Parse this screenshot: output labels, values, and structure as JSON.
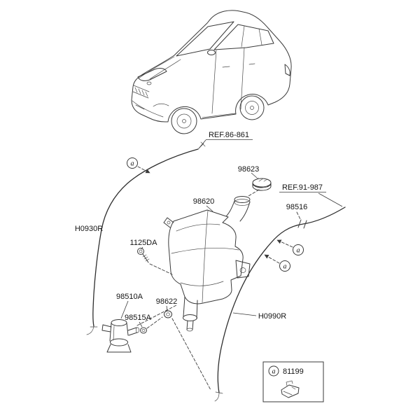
{
  "page": {
    "background": "#ffffff",
    "line_color": "#3a3a3a",
    "text_color": "#141414"
  },
  "diagram": {
    "marker_letter": "a",
    "labels": {
      "ref_86_861": "REF.86-861",
      "p98623": "98623",
      "ref_91_987": "REF.91-987",
      "p98620": "98620",
      "p98516": "98516",
      "h0930r": "H0930R",
      "p1125da": "1125DA",
      "p98510a": "98510A",
      "p98622": "98622",
      "p98515a": "98515A",
      "h0990r": "H0990R"
    },
    "legend": {
      "marker": "a",
      "part_number": "81199"
    }
  }
}
